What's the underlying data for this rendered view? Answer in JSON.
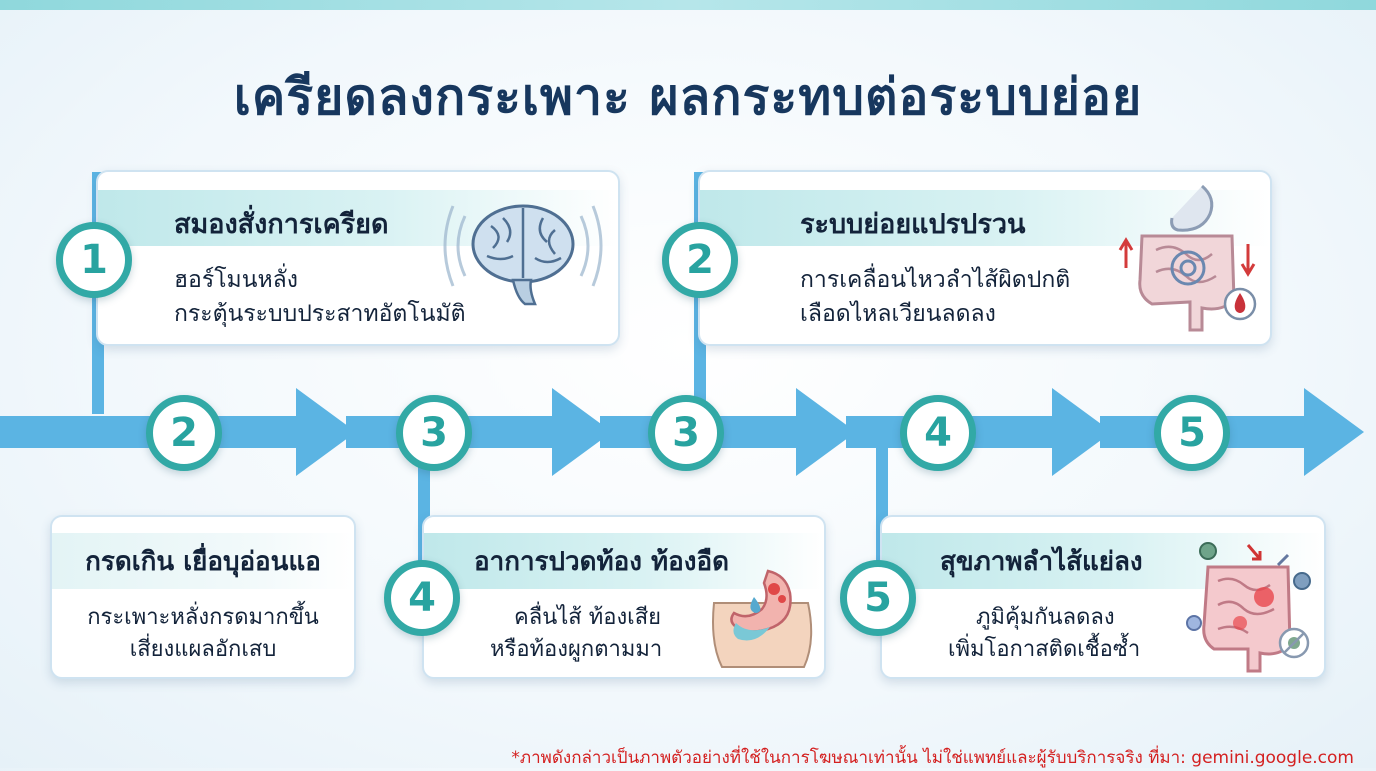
{
  "title": "เครียดลงกระเพาะ ผลกระทบต่อระบบย่อย",
  "timeline_badges": [
    "2",
    "3",
    "3",
    "4",
    "5"
  ],
  "cards": [
    {
      "badge": "1",
      "title": "สมองสั่งการเครียด",
      "lines": [
        "ฮอร์โมนหลั่ง",
        "กระตุ้นระบบประสาทอัตโนมัติ"
      ],
      "icon": "brain-icon"
    },
    {
      "badge": "2",
      "title": "ระบบย่อยแปรปรวน",
      "lines": [
        "การเคลื่อนไหวลำไส้ผิดปกติ",
        "เลือดไหลเวียนลดลง"
      ],
      "icon": "digestive-system-icon"
    },
    {
      "badge": "",
      "title": "กรดเกิน เยื่อบุอ่อนแอ",
      "lines": [
        "กระเพาะหลั่งกรดมากขึ้น",
        "เสี่ยงแผลอักเสบ"
      ],
      "icon": ""
    },
    {
      "badge": "4",
      "title": "อาการปวดท้อง ท้องอืด",
      "lines": [
        "คลื่นไส้ ท้องเสีย",
        "หรือท้องผูกตามมา"
      ],
      "icon": "stomach-icon"
    },
    {
      "badge": "5",
      "title": "สุขภาพลำไส้แย่ลง",
      "lines": [
        "ภูมิคุ้มกันลดลง",
        "เพิ่มโอกาสติดเชื้อซ้ำ"
      ],
      "icon": "intestine-bacteria-icon"
    }
  ],
  "footnote": "*ภาพดังกล่าวเป็นภาพตัวอย่างที่ใช้ในการโฆษณาเท่านั้น ไม่ใช่แพทย์และผู้รับบริการจริง ที่มา: gemini.google.com",
  "colors": {
    "title": "#17375e",
    "teal": "#32a9a6",
    "arrow": "#5bb4e3",
    "footnote": "#d42020"
  }
}
